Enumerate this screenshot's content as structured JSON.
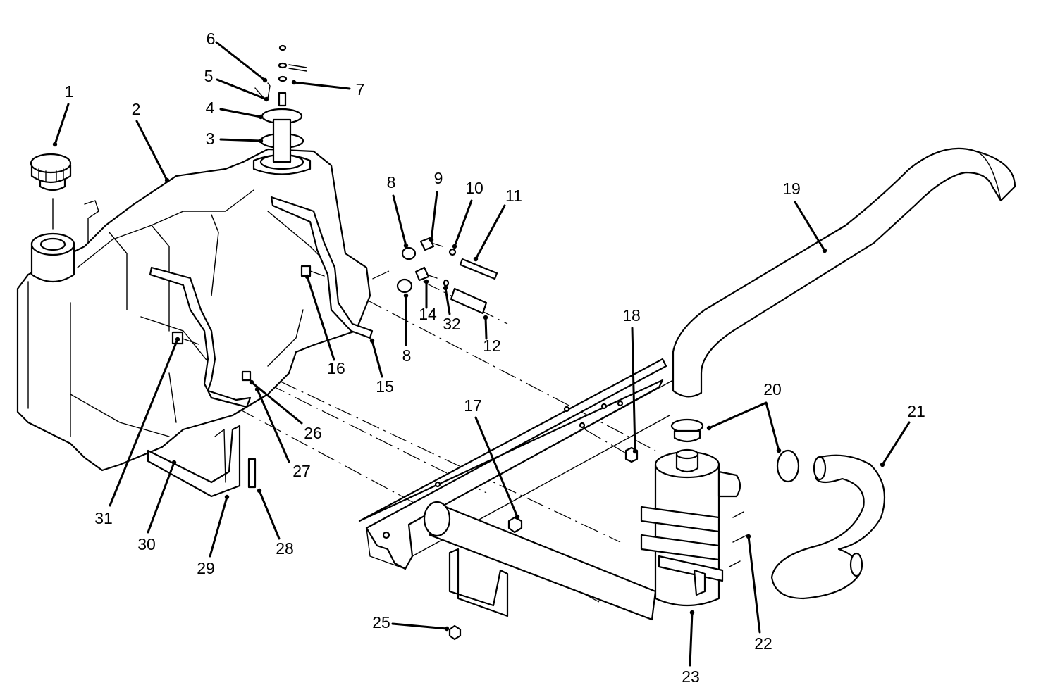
{
  "callouts": [
    {
      "label": "1"
    },
    {
      "label": "2"
    },
    {
      "label": "3"
    },
    {
      "label": "4"
    },
    {
      "label": "5"
    },
    {
      "label": "6"
    },
    {
      "label": "7"
    },
    {
      "label": "8"
    },
    {
      "label": "9"
    },
    {
      "label": "10"
    },
    {
      "label": "11"
    },
    {
      "label": "8"
    },
    {
      "label": "14"
    },
    {
      "label": "32"
    },
    {
      "label": "12"
    },
    {
      "label": "16"
    },
    {
      "label": "15"
    },
    {
      "label": "18"
    },
    {
      "label": "19"
    },
    {
      "label": "17"
    },
    {
      "label": "20"
    },
    {
      "label": "21"
    },
    {
      "label": "26"
    },
    {
      "label": "27"
    },
    {
      "label": "31"
    },
    {
      "label": "30"
    },
    {
      "label": "29"
    },
    {
      "label": "28"
    },
    {
      "label": "25"
    },
    {
      "label": "22"
    },
    {
      "label": "23"
    }
  ]
}
